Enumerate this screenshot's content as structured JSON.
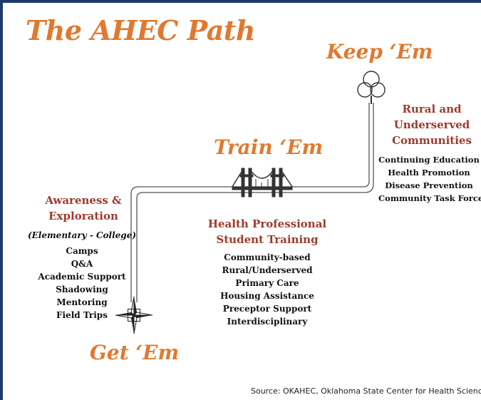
{
  "title": "The AHEC Path",
  "stages": {
    "get": {
      "label": "Get ‘Em",
      "icon": "compass-star-icon",
      "heading": [
        "Awareness &",
        "Exploration"
      ],
      "subheading": "(Elementary - College)",
      "items": [
        "Camps",
        "Q&A",
        "Academic Support",
        "Shadowing",
        "Mentoring",
        "Field Trips"
      ]
    },
    "train": {
      "label": "Train ‘Em",
      "icon": "bridge-icon",
      "heading": [
        "Health Professional",
        "Student Training"
      ],
      "items": [
        "Community-based",
        "Rural/Underserved",
        "Primary Care",
        "Housing Assistance",
        "Preceptor Support",
        "Interdisciplinary"
      ]
    },
    "keep": {
      "label": "Keep ‘Em",
      "icon": "tree-icon",
      "heading": [
        "Rural and",
        "Underserved",
        "Communities"
      ],
      "items": [
        "Continuing Education",
        "Health Promotion",
        "Disease Prevention",
        "Community Task Forces"
      ]
    }
  },
  "source": "Source: OKAHEC, Oklahoma State Center for Health Sciences",
  "colors": {
    "title": "#e0792f",
    "heading": "#9c3b2c",
    "text": "#111111",
    "border": "#1f3a68",
    "path": "#555555"
  }
}
